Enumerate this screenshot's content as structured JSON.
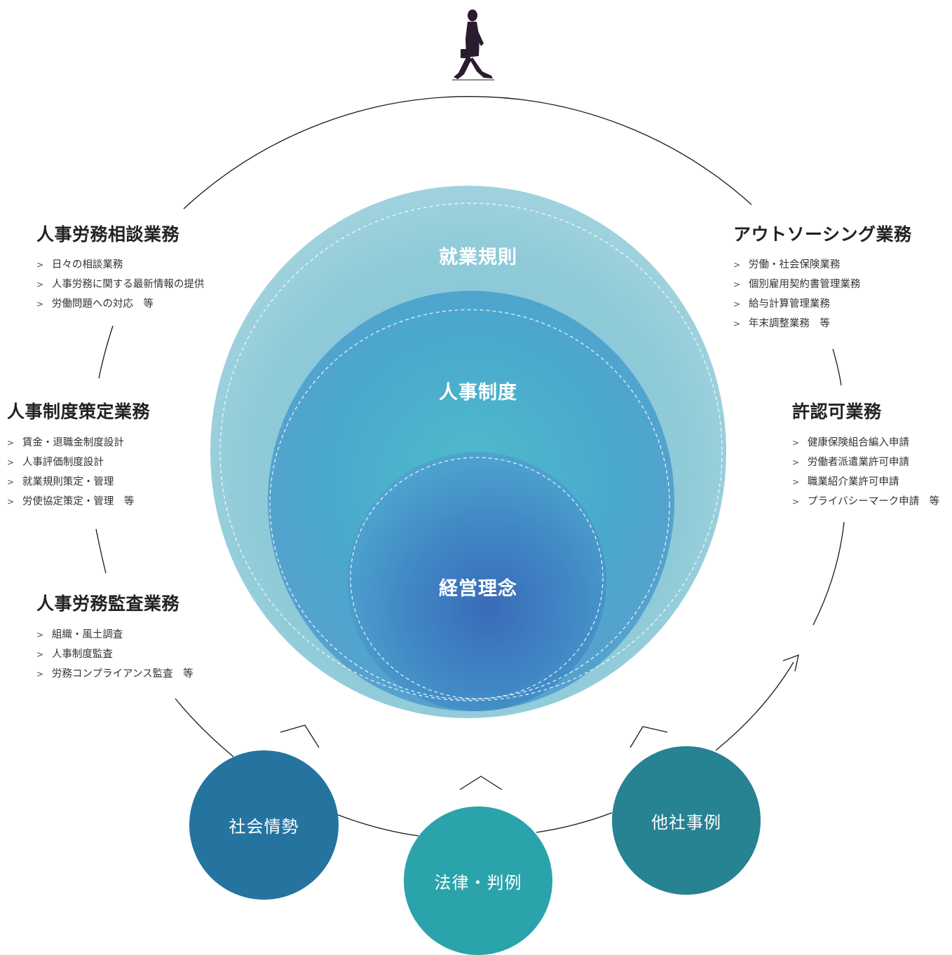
{
  "center": {
    "outer_label": "就業規則",
    "middle_label": "人事制度",
    "inner_label": "経営理念"
  },
  "left_groups": [
    {
      "title": "人事労務相談業務",
      "items": [
        "日々の相談業務",
        "人事労務に関する最新情報の提供",
        "労働問題への対応　等"
      ]
    },
    {
      "title": "人事制度策定業務",
      "items": [
        "賃金・退職金制度設計",
        "人事評価制度設計",
        "就業規則策定・管理",
        "労使協定策定・管理　等"
      ]
    },
    {
      "title": "人事労務監査業務",
      "items": [
        "組織・風土調査",
        "人事制度監査",
        "労務コンプライアンス監査　等"
      ]
    }
  ],
  "right_groups": [
    {
      "title": "アウトソーシング業務",
      "items": [
        "労働・社会保険業務",
        "個別雇用契約書管理業務",
        "給与計算管理業務",
        "年末調整業務　等"
      ]
    },
    {
      "title": "許認可業務",
      "items": [
        "健康保険組合編入申請",
        "労働者派遣業許可申請",
        "職業紹介業許可申請",
        "プライバシーマーク申請　等"
      ]
    }
  ],
  "inputs": [
    {
      "label": "社会情勢",
      "color": "#2574a0"
    },
    {
      "label": "法律・判例",
      "color": "#2aa3ab"
    },
    {
      "label": "他社事例",
      "color": "#278292"
    }
  ],
  "colors": {
    "outer_circle": "#8fcad8",
    "middle_circle": "#5bb4cf",
    "inner_circle": "#3f8cc4",
    "line": "#1a1a1a",
    "walker": "#2a1c2e"
  },
  "icons": {
    "walker": "walking-businessman-icon"
  }
}
